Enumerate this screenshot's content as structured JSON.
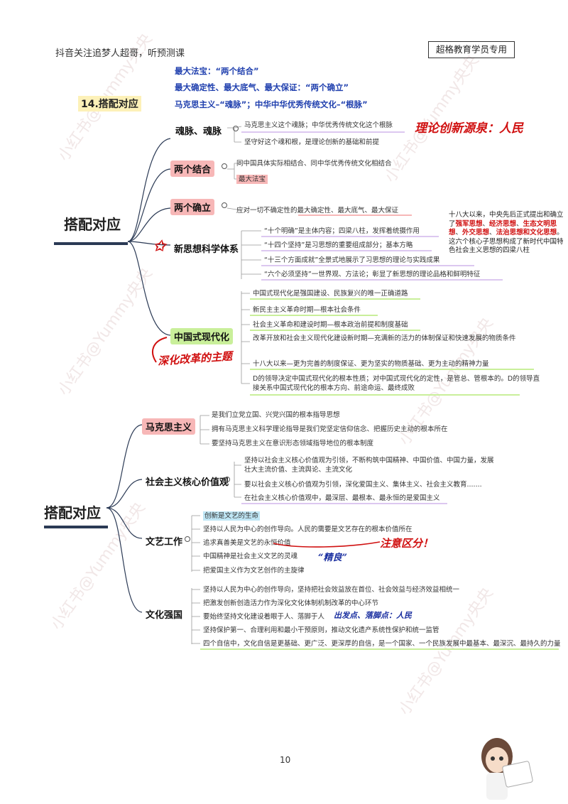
{
  "header": {
    "left": "抖音关注追梦人超哥，听预测课",
    "right": "超格教育学员专用"
  },
  "intro": {
    "line1": "最大法宝：“两个结合”",
    "line2": "最大确定性、最大底气、最大保证：“两个确立”",
    "line3": "马克思主义–“魂脉”；中华中华优秀传统文化–“根脉”",
    "section_label": "14.搭配对应"
  },
  "map1": {
    "root": "搭配对应",
    "branches": [
      {
        "label": "魂脉、魂脉",
        "leaves": [
          "马克思主义这个魂脉；中华优秀传统文化这个根脉",
          "坚守好这个魂和根，是理论创新的基础和前提"
        ]
      },
      {
        "label": "两个结合",
        "leaves": [
          "同中国具体实际相结合、同中华优秀传统文化相结合",
          "最大法宝"
        ]
      },
      {
        "label": "两个确立",
        "leaves": [
          "应对一切不确定性的最大确定性、最大底气、最大保证"
        ]
      },
      {
        "label": "新思想科学体系",
        "leaves": [
          "“十个明确”是主体内容；四梁八柱，发挥着统摄作用",
          "“十四个坚持”是习思想的重要组成部分；基本方略",
          "“十三个方面成就”全景式地展示了习思想的理论与实践成果",
          "“六个必须坚持”一世界观、方法论；彰显了新思想的理论品格和鲜明特征"
        ]
      },
      {
        "label": "中国式现代化",
        "leaves": [
          "中国式现代化是强国建设、民族复兴的唯一正确道路",
          "新民主主义革命时期—根本社会条件",
          "社会主义革命和建设时期—根本政治前提和制度基础",
          "改革开放和社会主义现代化建设新时期—充满新的活力的体制保证和快速发展的物质条件",
          "十八大以来—更为完善的制度保证、更为坚实的物质基础、更为主动的精神力量",
          "D的领导决定中国式现代化的根本性质；对中国式现代化的定性，是管总、管根本的。D的领导直接关系中国式现代化的根本方向、前途命运、最终成败"
        ]
      }
    ],
    "side_note": {
      "prefix": "十八大以来，中央先后正式提出和确立了",
      "items": [
        "强军思想",
        "经济思想",
        "生态文明思想",
        "外交思想",
        "法治思想和文化思想"
      ],
      "suffix": "。这六个核心子思想构成了新时代中国特色社会主义思想的四梁八柱"
    },
    "handwritten": {
      "note1": "理论创新源泉：人民",
      "note2": "深化改革的主题"
    }
  },
  "map2": {
    "root": "搭配对应",
    "branches": [
      {
        "label": "马克思主义",
        "leaves": [
          "是我们立党立国、兴党兴国的根本指导思想",
          "拥有马克思主义科学理论指导是我们党坚定信仰信念、把握历史主动的根本所在",
          "要坚持马克思主义在意识形态领域指导地位的根本制度"
        ]
      },
      {
        "label": "社会主义核心价值观",
        "leaves": [
          "坚持以社会主义核心价值观为引领，不断构筑中国精神、中国价值、中国力量，发展壮大主流价值、主流舆论、主流文化",
          "要以社会主义核心价值观为引领，深化爱国主义、集体主义、社会主义教育.......",
          "在社会主义核心价值观中，最深层、最根本、最永恒的是爱国主义"
        ]
      },
      {
        "label": "文艺工作",
        "leaves": [
          "创新是文艺的生命",
          "坚持以人民为中心的创作导向。人民的需要是文艺存在的根本价值所在",
          "追求真善美是文艺的永恒价值",
          "中国精神是社会主义文艺的灵魂",
          "把爱国主义作为文艺创作的主旋律"
        ]
      },
      {
        "label": "文化强国",
        "leaves": [
          "坚持以人民为中心的创作导向，坚持把社会效益放在首位、社会效益与经济效益相统一",
          "把激发创新创造活力作为深化文化体制机制改革的中心环节",
          "要始终坚持文化建设着眼于人、落脚于人",
          "坚持保护第一、合理利用和最小干预原则，推动文化遗产系统性保护和统一监管",
          "四个自信中，文化自信是更基础、更广泛、更深厚的自信，是一个国家、一个民族发展中最基本、最深沉、最持久的力量"
        ]
      }
    ],
    "handwritten": {
      "note3": "注意区分！",
      "note4": "“精良”",
      "note5": "出发点、落脚点：人民"
    }
  },
  "watermark": "小红书@Yummy央央",
  "page_number": "10",
  "colors": {
    "green": "#c9ef9a",
    "red": "#f7b7b7",
    "purple": "#dcc8f0",
    "blue": "#bfe6f5",
    "navy": "#2b3a55",
    "hand_red": "#d01010",
    "intro_blue": "#1f3fae"
  }
}
